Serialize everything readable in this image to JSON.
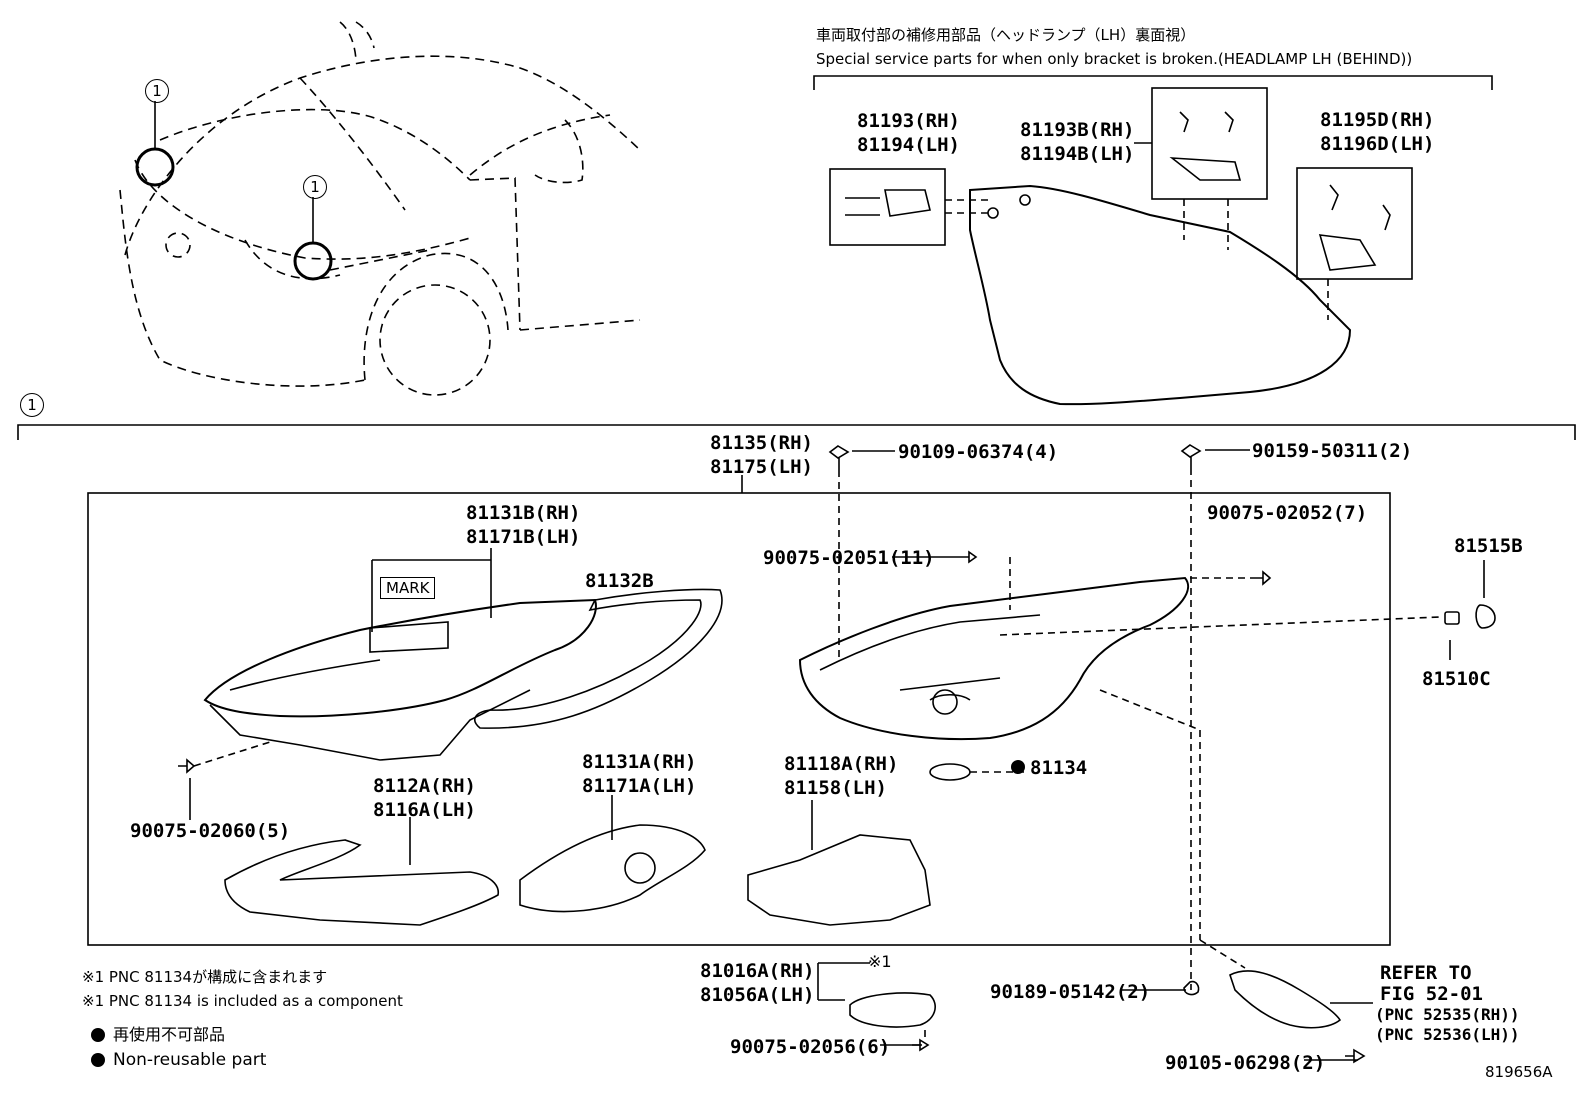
{
  "callout_number": "1",
  "bracket_section": {
    "title_jp": "車両取付部の補修用部品（ヘッドランプ（LH）裏面視）",
    "title_en": "Special service parts for when only bracket is broken.(HEADLAMP LH (BEHIND))",
    "part_a": [
      "81193(RH)",
      "81194(LH)"
    ],
    "part_b": [
      "81193B(RH)",
      "81194B(LH)"
    ],
    "part_c": [
      "81195D(RH)",
      "81196D(LH)"
    ]
  },
  "parts": {
    "unit_rh_lh": [
      "81135(RH)",
      "81175(LH)"
    ],
    "bolt_top": "90109-06374(4)",
    "bolt_top_right": "90159-50311(2)",
    "lens": [
      "81131B(RH)",
      "81171B(LH)"
    ],
    "gasket": "81132B",
    "mark": "MARK",
    "screw_11": "90075-02051(11)",
    "screw_7": "90075-02052(7)",
    "bulb_cap": "81515B",
    "socket": "81510C",
    "seal_ring": "81134",
    "screw_5": "90075-02060(5)",
    "bezel": [
      "8112A(RH)",
      "8116A(LH)"
    ],
    "reflector": [
      "81131A(RH)",
      "81171A(LH)"
    ],
    "housing_bracket": [
      "81118A(RH)",
      "81158(LH)"
    ],
    "ecu": [
      "81016A(RH)",
      "81056A(LH)"
    ],
    "ecu_note_mark": "※1",
    "screw_6": "90075-02056(6)",
    "clip": "90189-05142(2)",
    "bolt_2": "90105-06298(2)",
    "refer": [
      "REFER TO",
      "FIG 52-01",
      "(PNC 52535(RH))",
      "(PNC 52536(LH))"
    ]
  },
  "notes": {
    "note_jp": "※1 PNC 81134が構成に含まれます",
    "note_en": "※1 PNC 81134 is included as a component",
    "legend_jp": "再使用不可部品",
    "legend_en": "Non-reusable part"
  },
  "figure_id": "819656A"
}
